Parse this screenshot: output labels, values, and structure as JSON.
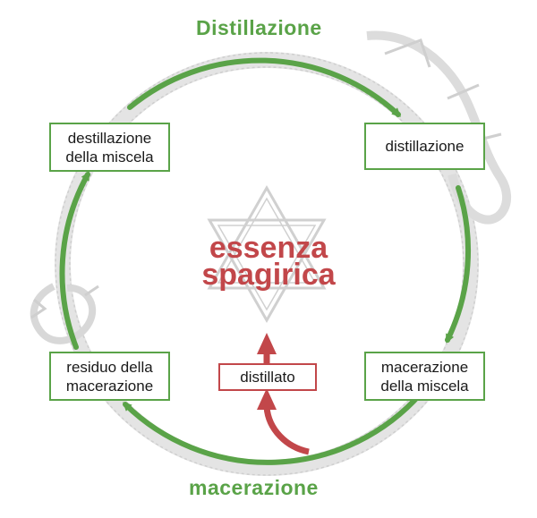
{
  "colors": {
    "green": "#5aa348",
    "red": "#c2474a",
    "serpent": "#c9c9c9",
    "star": "#d7d7d7"
  },
  "cycle": {
    "top_label": "Distillazione",
    "bottom_label": "macerazione"
  },
  "center": {
    "line1": "essenza",
    "line2": "spagirica",
    "star_icon": "hexagram-icon"
  },
  "boxes": {
    "top_left": "destillazione\ndella miscela",
    "top_right": "distillazione",
    "bottom_right": "macerazione\ndella miscela",
    "bottom_left": "residuo della\nmacerazione",
    "center": "distillato"
  },
  "background": {
    "icon": "ouroboros-serpent-icon"
  }
}
